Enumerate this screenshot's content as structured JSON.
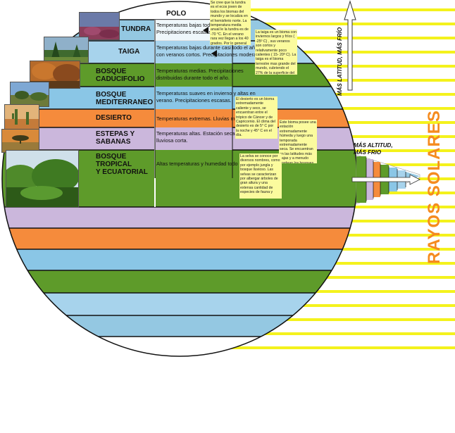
{
  "title": "POLO",
  "colors": {
    "tundra": "#94c8e2",
    "taiga": "#a7d3ec",
    "bosque_caducifolio": "#5e9b2a",
    "bosque_mediterraneo": "#8ac6e6",
    "desierto": "#f58b3c",
    "estepas": "#cbb7dc",
    "tropical": "#5e9b2a",
    "ray": "#f4f21c",
    "rays_text": "#f58b1f",
    "note": "#fbfb9e"
  },
  "biomes": [
    {
      "name": "TUNDRA",
      "description": "Temperaturas bajas todo el año.\nPrecipitaciones escasas."
    },
    {
      "name": "TAIGA",
      "description": "Temperaturas bajas durante casi todo el año\ncon veranos cortos. Precipitaciones moderada"
    },
    {
      "name": "BOSQUE\nCADUCIFOLIO",
      "description": "Temperaturas medias. Precipitaciones\ndistribuidas durante todo el año."
    },
    {
      "name": "BOSQUE\nMEDITERRANEO",
      "description": "Temperaturas suaves en invierno y altas en\nverano. Precipitaciones escasas."
    },
    {
      "name": "DESIERTO",
      "description": "Temperaturas extremas. Lluvias muy escasas."
    },
    {
      "name": "ESTEPAS Y\nSABANAS",
      "description": "Temperaturas altas. Estación seca larga y\nlluviosa corta."
    },
    {
      "name": "BOSQUE\nTROPICAL\nY ECUATORIAL",
      "description": "Altas temperaturas y humedad todo el año."
    }
  ],
  "notes": {
    "tundra": "Se cree que la tundra es el ecos joven de todos los biomas del mundo y se localiza en el hemisferio norte. La temperatura media anual le la tundra es de -70 °C. En el verano rara vez llegan a los 40 grados. Por lo general",
    "taiga": "La taiga es un bioma con inviernos largos y fríos ( -25º C) , sus veranos son cortos y relativamente poco calientes ( 15- 20º C). La taiga es el bioma terrestre mas grande del mundo, cubriendo el 27% de la superficie del",
    "desierto": "El desierto es un bioma extremadamente caliente y seco, se encuentran entre el trópico de Cáncer y de Capricornio. El clima del desierto es de 5° C por la noche y 45° C en el día.",
    "estepas": "Este bioma posee una estación extremadamente húmeda y luego una temporada extremadamente seca. Se encuentran en las latitudes más bajas y a menudo bordean los bosques tropicales y",
    "tropical": "La selva se conoce por diversos nombres, como por ejemplo jungla y bosque lluvioso. Las selvas se caracterizan por albergar árboles de gran altura y una extensa cantidad de especies de fauna y"
  },
  "labels": {
    "mas_latitud": "MÁS LATITUD, MÁS FRÍO",
    "mas_altitud": "MÁS ALTITUD,\nMÁS FRIO",
    "rayos": "RAYOS SOLARES"
  }
}
